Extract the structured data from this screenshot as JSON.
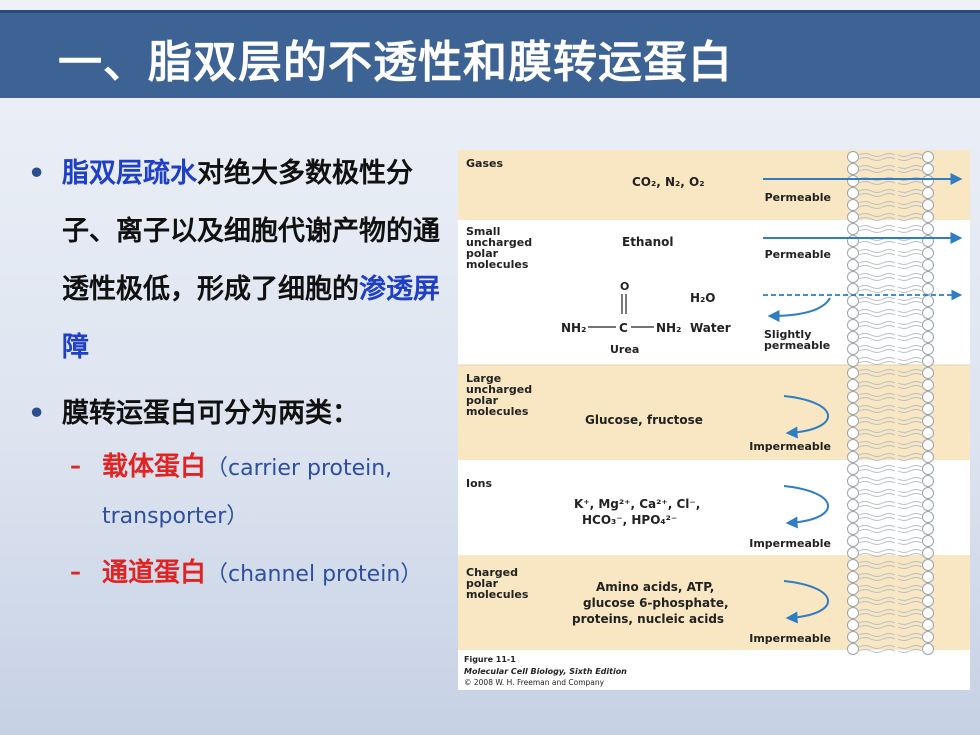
{
  "slide": {
    "title": "一、脂双层的不透性和膜转运蛋白"
  },
  "bullets": {
    "b1_hl1": "脂双层疏水",
    "b1_t1": "对绝大多数极性分子、离子以及细胞代谢产物的通透性极低，形成了细胞的",
    "b1_hl2": "渗透屏障",
    "b2": "膜转运蛋白可分为两类：",
    "sub1_red": "载体蛋白",
    "sub1_paren": "（carrier protein, transporter）",
    "sub2_red": "通道蛋白",
    "sub2_paren": "（channel protein）"
  },
  "figure": {
    "rows": [
      {
        "category": [
          "Gases"
        ],
        "molecules": [
          "CO₂, N₂, O₂"
        ],
        "result": [
          "Permeable"
        ]
      },
      {
        "category": [
          "Small",
          "uncharged",
          "polar",
          "molecules"
        ],
        "molecules": [
          "Ethanol"
        ],
        "result": [
          "Permeable"
        ]
      },
      {
        "category": [],
        "molecules": [
          "H₂O",
          "Water",
          "Urea"
        ],
        "result": [
          "Slightly",
          "permeable"
        ]
      },
      {
        "category": [
          "Large",
          "uncharged",
          "polar",
          "molecules"
        ],
        "molecules": [
          "Glucose, fructose"
        ],
        "result": [
          "Impermeable"
        ]
      },
      {
        "category": [
          "Ions"
        ],
        "molecules": [
          "K⁺, Mg²⁺, Ca²⁺, Cl⁻,",
          "HCO₃⁻, HPO₄²⁻"
        ],
        "result": [
          "Impermeable"
        ]
      },
      {
        "category": [
          "Charged",
          "polar",
          "molecules"
        ],
        "molecules": [
          "Amino acids, ATP,",
          "glucose 6-phosphate,",
          "proteins, nucleic acids"
        ],
        "result": [
          "Impermeable"
        ]
      }
    ],
    "urea_formula": {
      "o": "O",
      "nh2_left": "NH₂",
      "c": "C",
      "nh2_right": "NH₂"
    },
    "caption": [
      "Figure 11-1",
      "Molecular Cell Biology, Sixth Edition",
      "© 2008 W. H. Freeman and Company"
    ],
    "colors": {
      "shaded_row": "#f8e7c2",
      "arrow": "#2f7dc3",
      "text": "#222222"
    }
  }
}
